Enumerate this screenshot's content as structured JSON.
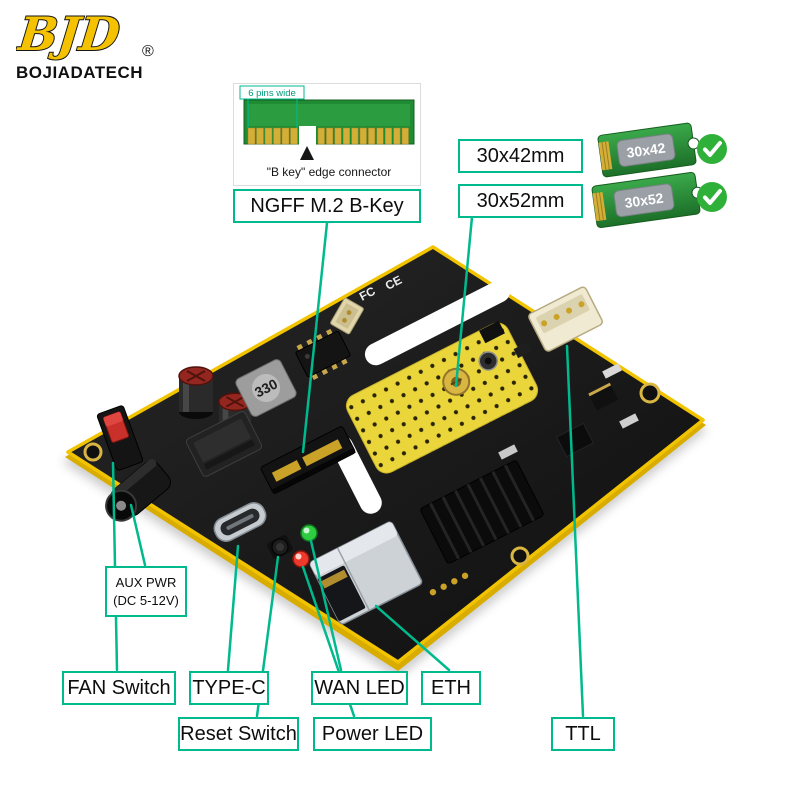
{
  "brand": {
    "mark": "BJD",
    "registered": "®",
    "name": "BOJIADATECH"
  },
  "inset": {
    "pins_note": "6 pins wide",
    "caption": "\"B key\" edge connector"
  },
  "callouts": {
    "ngff": "NGFF M.2 B-Key",
    "size42": "30x42mm",
    "size52": "30x52mm",
    "aux1": "AUX PWR",
    "aux2": "(DC 5-12V)",
    "fan": "FAN Switch",
    "typec": "TYPE-C",
    "reset": "Reset Switch",
    "wan": "WAN LED",
    "power": "Power LED",
    "eth": "ETH",
    "ttl": "TTL"
  },
  "modules": {
    "m42": "30x42",
    "m52": "30x52"
  },
  "silkscreen": {
    "inductor": "330",
    "fc": "FC",
    "ce": "CE"
  },
  "colors": {
    "callout_teal": "#00b98d",
    "check_green": "#2fb039",
    "board_black": "#181818",
    "edge_yellow": "#f2c400",
    "plate_yellow": "#ead53b"
  }
}
